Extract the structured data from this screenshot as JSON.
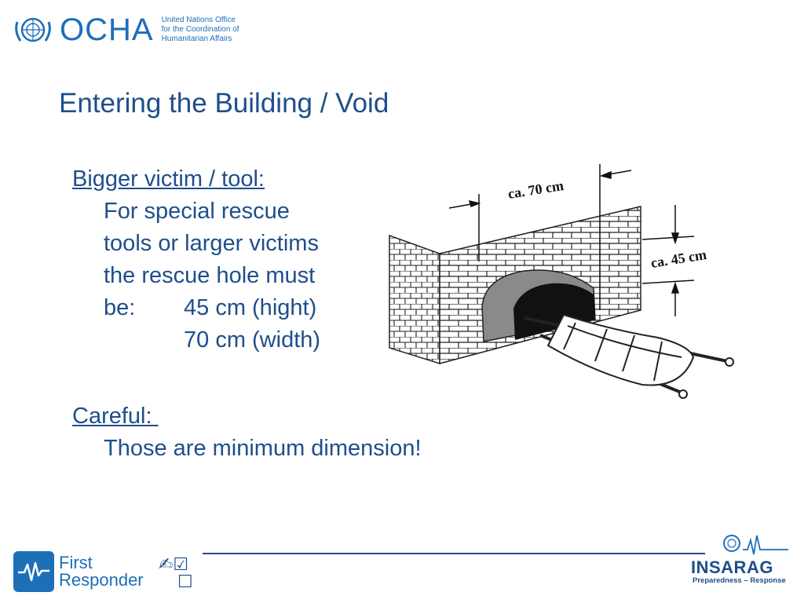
{
  "header": {
    "logo_text": "OCHA",
    "logo_subtitle": [
      "United Nations Office",
      "for the Coordination of",
      "Humanitarian  Affairs"
    ]
  },
  "slide": {
    "title": "Entering the Building / Void",
    "section1_heading": "Bigger victim / tool:",
    "section1_lines": [
      "For special rescue",
      "tools or larger victims",
      "the rescue hole must"
    ],
    "be_label": "be:",
    "height_value": "45 cm (hight)",
    "width_value": "70 cm (width)",
    "section2_heading": "Careful: ",
    "section2_text": "Those are minimum dimension!"
  },
  "illustration": {
    "label_width": "ca. 70 cm",
    "label_height": "ca. 45 cm"
  },
  "footer": {
    "first_responder": [
      "First",
      "Responder"
    ],
    "insarag": "INSARAG",
    "insarag_sub": "Preparedness – Response"
  }
}
